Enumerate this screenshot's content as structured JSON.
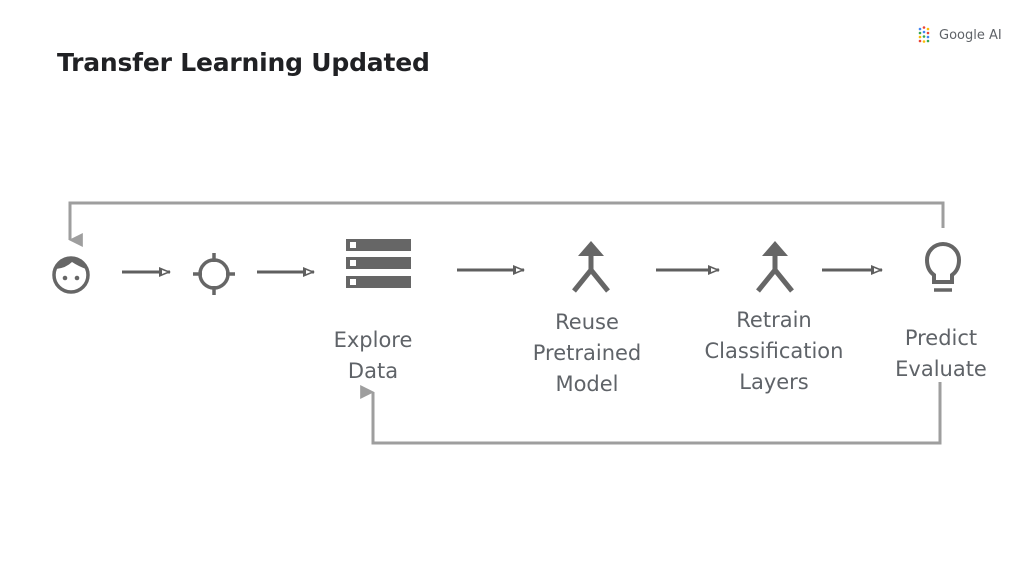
{
  "slide": {
    "title": "Transfer Learning Updated",
    "brand": "Google AI"
  },
  "steps": {
    "explore": {
      "line1": "Explore",
      "line2": "Data"
    },
    "reuse": {
      "line1": "Reuse",
      "line2": "Pretrained",
      "line3": "Model"
    },
    "retrain": {
      "line1": "Retrain",
      "line2": "Classification",
      "line3": "Layers"
    },
    "predict": {
      "line1": "Predict",
      "line2": "Evaluate"
    }
  },
  "icons": {
    "user": "person-face-icon",
    "target": "crosshair-icon",
    "data": "database-rows-icon",
    "reuse": "merge-arrows-icon",
    "retrain": "merge-arrows-icon",
    "predict": "lightbulb-icon",
    "brand": "google-ai-logo"
  },
  "colors": {
    "title": "#202124",
    "icon": "#666666",
    "arrow": "#5f5f5f",
    "loop": "#9e9e9e",
    "label": "#5f6368"
  }
}
